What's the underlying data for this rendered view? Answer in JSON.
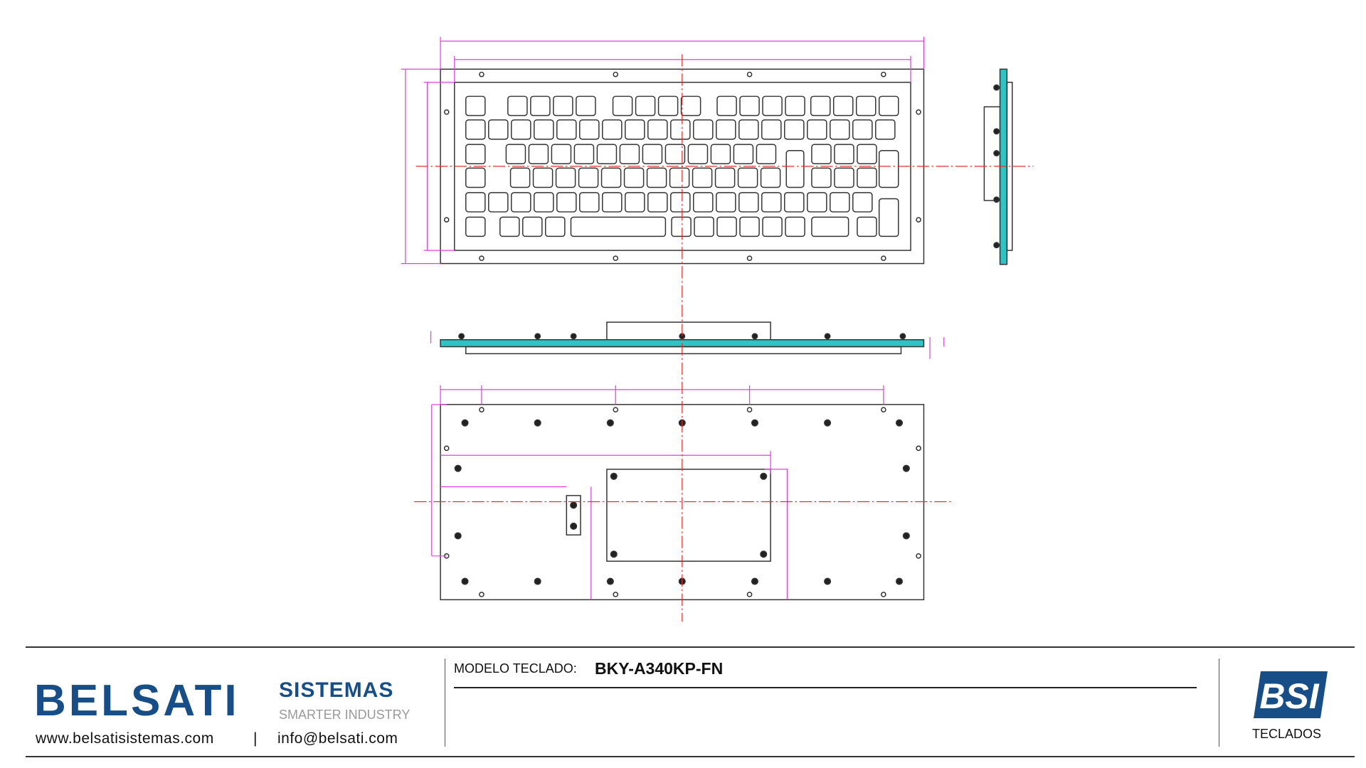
{
  "footer": {
    "brand": "BELSATI",
    "brand_sub": "SISTEMAS",
    "tagline": "SMARTER INDUSTRY",
    "website": "www.belsatisistemas.com",
    "separator": "|",
    "email": "info@belsati.com",
    "model_label": "MODELO TECLADO:",
    "model_value": "BKY-A340KP-FN",
    "logo_text": "BSI",
    "category": "TECLADOS"
  },
  "colors": {
    "brand": "#174e87",
    "dimension": "#e040e0",
    "centerline": "#e03030",
    "edge": "#2ec4c4"
  }
}
